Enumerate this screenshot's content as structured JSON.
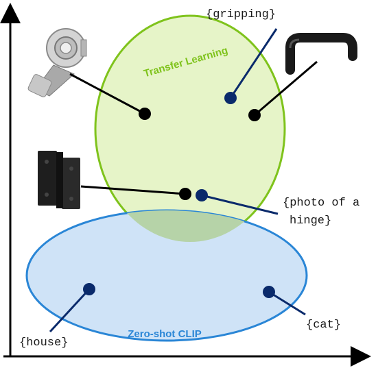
{
  "regions": {
    "transfer": {
      "label": "Transfer Learning",
      "fill": "#e6f4c8",
      "stroke": "#7fc31c",
      "text_color": "#7fc31c"
    },
    "clip": {
      "label": "Zero-shot CLIP",
      "fill": "#cfe3f7",
      "stroke": "#2a86d6",
      "text_color": "#2a86d6"
    },
    "overlap_fill": "#b6d3a8"
  },
  "text_labels": {
    "gripping": "{gripping}",
    "photo_line1": "{photo of a",
    "photo_line2": "hinge}",
    "house": "{house}",
    "cat": "{cat}"
  },
  "images": {
    "rod_end": "rod-end-bearing",
    "handle": "black-handle",
    "hinge": "black-hinge"
  },
  "colors": {
    "image_point": "#000000",
    "text_point": "#0a2a6b",
    "axis": "#000000"
  }
}
